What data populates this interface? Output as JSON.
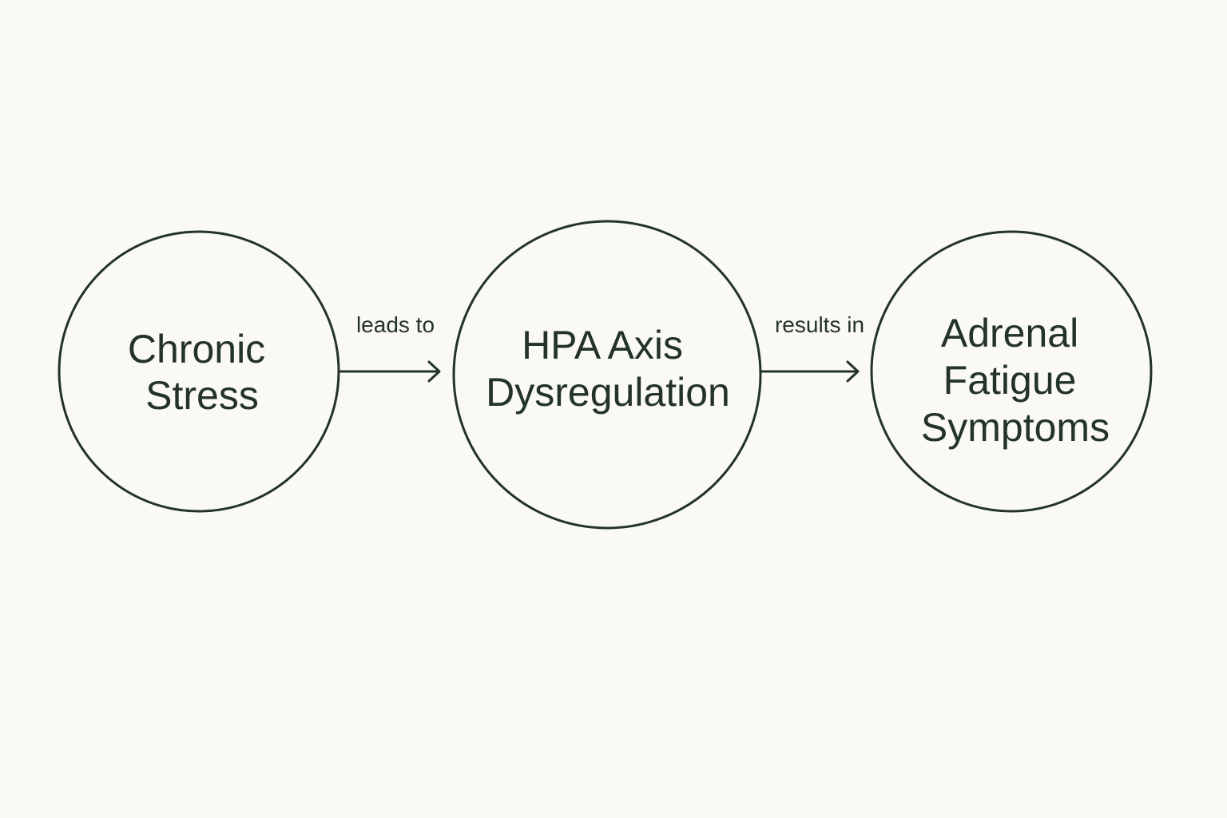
{
  "colors": {
    "background": "#faf9f6",
    "ink": "#233328"
  },
  "nodes": [
    {
      "id": "chronic-stress",
      "lines": [
        "Chronic",
        "Stress"
      ]
    },
    {
      "id": "hpa-axis-dysregulation",
      "lines": [
        "HPA Axis",
        "Dysregulation"
      ]
    },
    {
      "id": "adrenal-fatigue-symptoms",
      "lines": [
        "Adrenal",
        "Fatigue",
        "Symptoms"
      ]
    }
  ],
  "edges": [
    {
      "from": "chronic-stress",
      "to": "hpa-axis-dysregulation",
      "label": "leads to"
    },
    {
      "from": "hpa-axis-dysregulation",
      "to": "adrenal-fatigue-symptoms",
      "label": "results in"
    }
  ]
}
